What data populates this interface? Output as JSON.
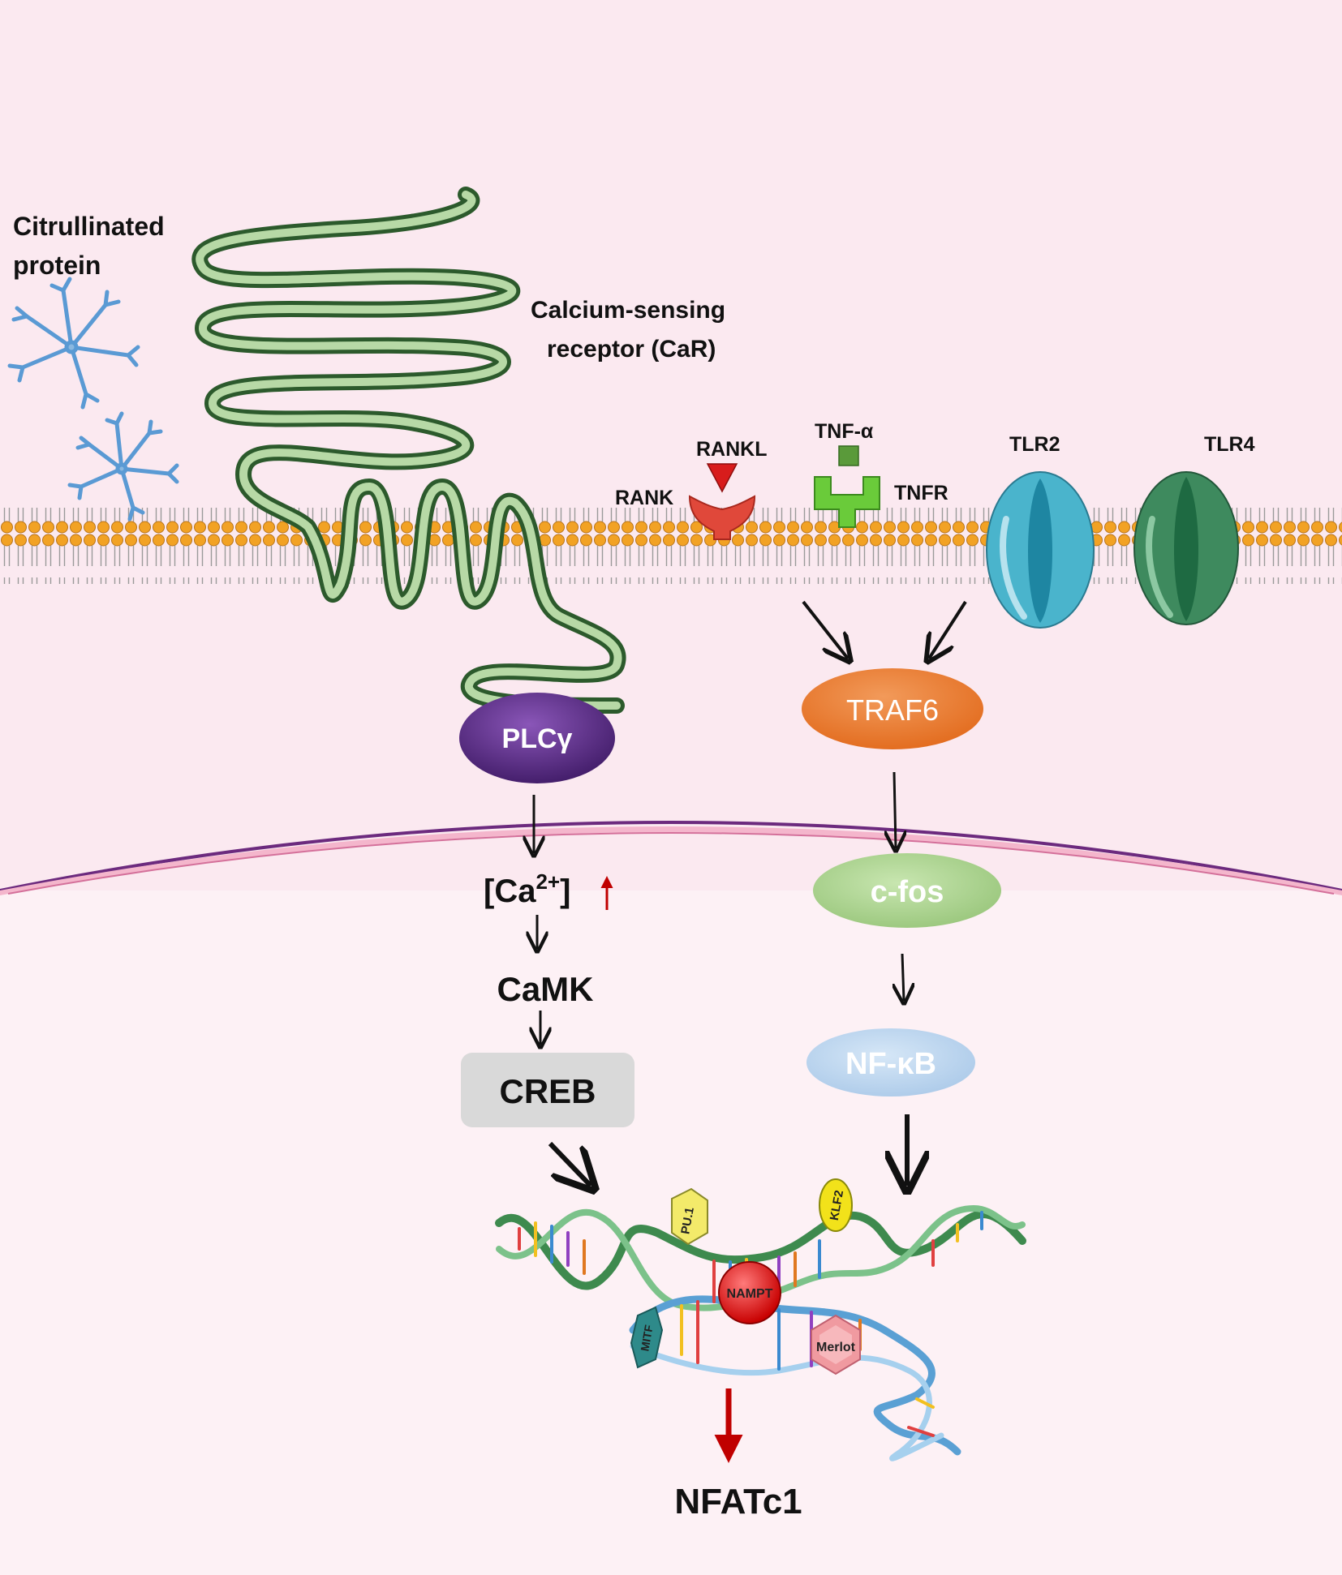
{
  "labels": {
    "citrullinated_line1": "Citrullinated",
    "citrullinated_line2": "protein",
    "car_line1": "Calcium-sensing",
    "car_line2": "receptor (CaR)",
    "rankl": "RANKL",
    "rank": "RANK",
    "tnf_alpha": "TNF-α",
    "tnfr": "TNFR",
    "tlr2": "TLR2",
    "tlr4": "TLR4",
    "plcg": "PLCγ",
    "traf6": "TRAF6",
    "ca_prefix": "[Ca",
    "ca_sup": "2+",
    "ca_suffix": "]",
    "camk": "CaMK",
    "creb": "CREB",
    "cfos": "c-fos",
    "nfkb": "NF-κB",
    "pu1": "PU.1",
    "klf2": "KLF2",
    "nampt": "NAMPT",
    "mitf": "MITF",
    "merlot": "Merlot",
    "nfatc1": "NFATc1"
  },
  "colors": {
    "background_top": "#fbe8ef",
    "background_bottom": "#fdf0f4",
    "nuclear_membrane": "#8a3a9a",
    "lipid_head": "#f2a224",
    "receptor_green": "#2e6e2e",
    "plcg": "#5a2a84",
    "traf6": "#ec7d30",
    "cfos": "#a9d28c",
    "nfkb": "#b9d4ee",
    "creb": "#d9d9d9",
    "rank": "#e0483a",
    "rankl": "#d81c1c",
    "tnfr": "#6acb3a",
    "tnf_alpha": "#5a9a3a",
    "tlr2": "#4ab4cc",
    "tlr4": "#3e8a5e",
    "red_arrow": "#c00000",
    "nampt": "#e01818",
    "merlot": "#f09aa0",
    "pu1": "#f3ea6a",
    "klf2": "#f2e21a",
    "mitf": "#2e8a8a"
  }
}
